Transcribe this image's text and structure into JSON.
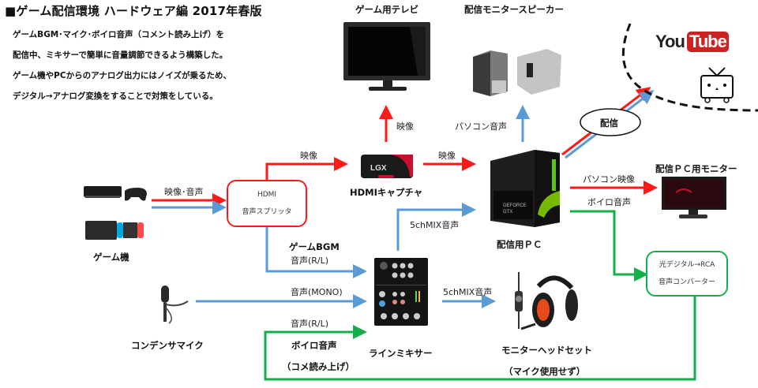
{
  "header": {
    "title": "■ゲーム配信環境 ハードウェア編 2017年春版",
    "description": [
      "ゲームBGM･マイク･ボイロ音声（コメント読み上げ）を",
      "配信中、ミキサーで簡単に音量調節できるよう構築した。",
      "ゲーム機やPCからのアナログ出力にはノイズが乗るため、",
      "デジタル→アナログ変換をすることで対策をしている。"
    ]
  },
  "colors": {
    "video": "#ff1a1a",
    "audio": "#5b9bd5",
    "voiceroid": "#13b04a"
  },
  "devices": {
    "game_console": "ゲーム機",
    "hdmi_splitter": [
      "HDMI",
      "音声スプリッタ"
    ],
    "hdmi_capture": "HDMIキャプチャ",
    "game_tv": "ゲーム用テレビ",
    "monitor_speakers": "配信モニタースピーカー",
    "streaming_pc": "配信用ＰＣ",
    "pc_monitor": "配信ＰＣ用モニター",
    "converter": [
      "光デジタル→RCA",
      "音声コンバーター"
    ],
    "condenser_mic": "コンデンサマイク",
    "line_mixer": "ラインミキサー",
    "headset": [
      "モニターヘッドセット",
      "（マイク使用せず）"
    ],
    "services": [
      "YouTube",
      "niconico"
    ]
  },
  "connections": {
    "console_to_splitter": "映像･音声",
    "splitter_to_capture": "映像",
    "capture_to_tv": "映像",
    "capture_to_pc": "映像",
    "pc_to_speakers": "パソコン音声",
    "pc_to_monitor": "パソコン映像",
    "pc_to_converter": "ボイロ音声",
    "mixer_to_pc": "5chMIX音声",
    "splitter_to_mixer": [
      "ゲームBGM",
      "音声(R/L)"
    ],
    "mic_to_mixer": "音声(MONO)",
    "converter_to_mixer": [
      "音声(R/L)",
      "ボイロ音声",
      "（コメ読み上げ）"
    ],
    "mixer_to_headset": "5chMIX音声",
    "broadcast": "配信"
  }
}
